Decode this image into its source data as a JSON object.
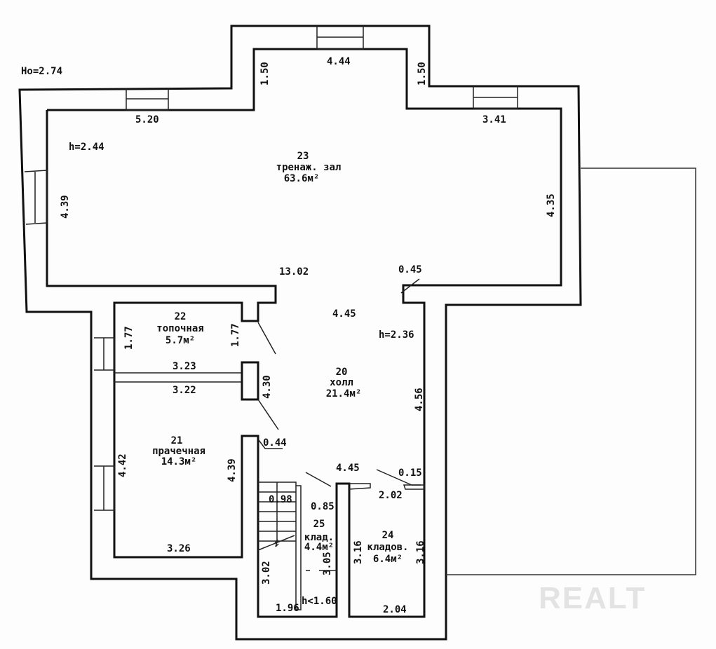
{
  "plan": {
    "outer_height": "Ho=2.74",
    "watermark": "REALT",
    "heights": {
      "hall_23": "h=2.44",
      "hall_20": "h=2.36",
      "storage_25": "h<1.60"
    },
    "rooms": [
      {
        "number": "23",
        "name": "тренаж. зал",
        "area": "63.6м²"
      },
      {
        "number": "22",
        "name": "топочная",
        "area": "5.7м²"
      },
      {
        "number": "20",
        "name": "холл",
        "area": "21.4м²"
      },
      {
        "number": "21",
        "name": "прачечная",
        "area": "14.3м²"
      },
      {
        "number": "25",
        "name": "клад.",
        "area": "4.4м²"
      },
      {
        "number": "24",
        "name": "кладов.",
        "area": "6.4м²"
      }
    ],
    "dimensions": {
      "top_center": "4.44",
      "top_left_wall": "5.20",
      "top_right_wall": "3.41",
      "step_left": "1.50",
      "step_right": "1.50",
      "left_23": "4.39",
      "right_23": "4.35",
      "bottom_23": "13.02",
      "opening_right": "0.45",
      "hall_top": "4.45",
      "hall_right": "4.56",
      "hall_left": "4.30",
      "r22_left": "1.77",
      "r22_right": "1.77",
      "r22_bottom": "3.23",
      "r21_top": "3.22",
      "r21_left": "4.42",
      "r21_right": "4.39",
      "r21_bottom": "3.26",
      "door_044": "0.44",
      "hall_bottom": "4.45",
      "door_015": "0.15",
      "r24_top": "2.02",
      "r24_left": "3.16",
      "r24_right": "3.16",
      "r24_bottom": "2.04",
      "stairs_width": "0.98",
      "r25_top": "0.85",
      "r25_left": "3.02",
      "r25_right": "3.05",
      "r25_bottom": "1.96"
    }
  }
}
